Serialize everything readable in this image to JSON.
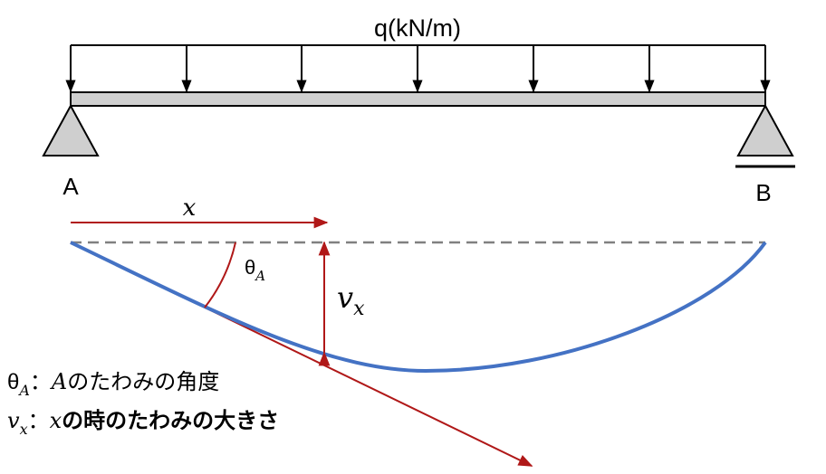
{
  "load_label": "q(kN/m)",
  "support_a_label": "A",
  "support_b_label": "B",
  "x_label": "x",
  "theta_symbol": "θ",
  "theta_subscript": "A",
  "v_symbol": "v",
  "v_subscript": "x",
  "legend": {
    "line1": {
      "symbol": "θ",
      "subscript": "A",
      "colon": "：",
      "var": "A",
      "text": "のたわみの角度"
    },
    "line2": {
      "symbol": "v",
      "subscript": "x",
      "colon": "：",
      "var": "x",
      "text": "の時のたわみの大きさ"
    }
  },
  "colors": {
    "beam_fill": "#d0d0d0",
    "support_fill": "#cfcfcf",
    "deflection_curve": "#4472c4",
    "annotation_red": "#b01818",
    "dashed_line": "#808080",
    "text": "#000000"
  }
}
